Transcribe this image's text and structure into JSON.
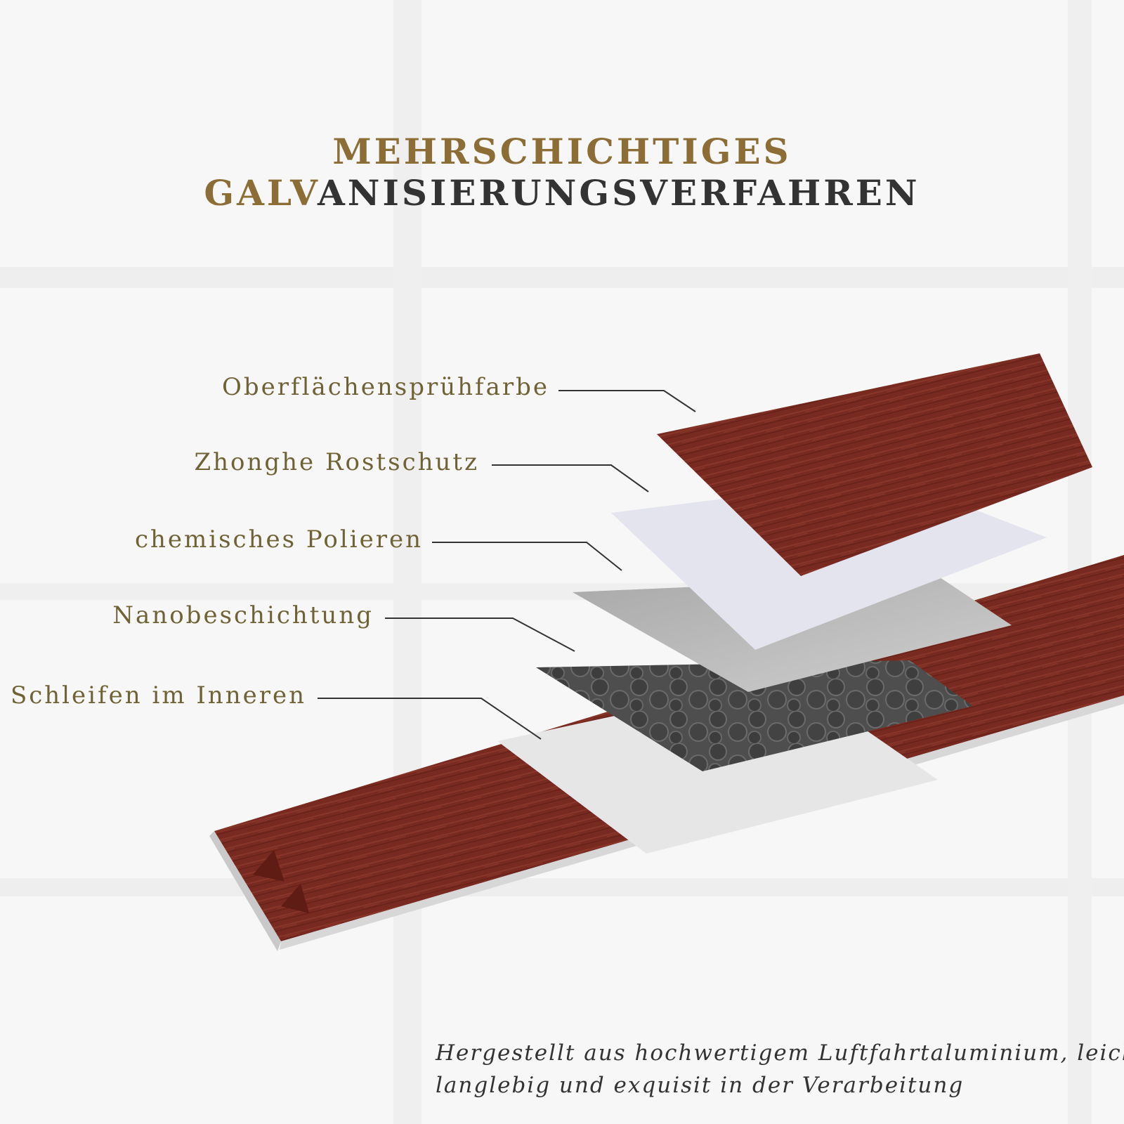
{
  "title": {
    "part1": "MEHRSCHICHTIGES GALV",
    "part2": "ANISIERUNGSVERFAHREN"
  },
  "layers": [
    "Oberflächensprühfarbe",
    "Zhonghe Rostschutz",
    "chemisches Polieren",
    "Nanobeschichtung",
    "Schleifen im Inneren"
  ],
  "caption": {
    "line1": "Hergestellt aus hochwertigem Luftfahrtaluminium, leicht,",
    "line2": "langlebig und exquisit in der Verarbeitung"
  },
  "colors": {
    "title_gold": "#8c6d35",
    "title_dark": "#333333",
    "label": "#6f6336",
    "wood": "#7a2a20",
    "wood_dark": "#5e1c14"
  }
}
